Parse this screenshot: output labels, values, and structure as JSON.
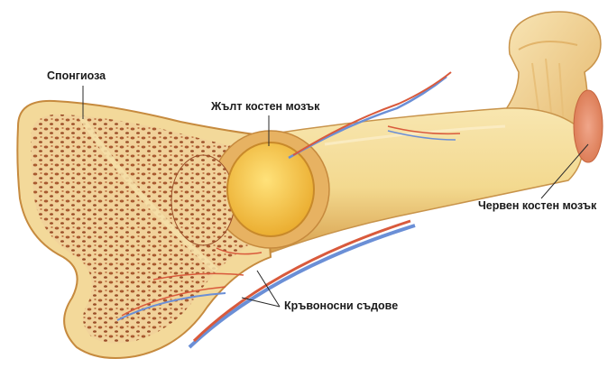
{
  "labels": {
    "spongiosa": "Спонгиоза",
    "yellow_marrow": "Жълт костен мозък",
    "red_marrow": "Червен костен мозък",
    "blood_vessels": "Кръвоносни съдове"
  },
  "colors": {
    "bone_outer": "#f3dc9c",
    "bone_shade": "#d9a85a",
    "spongy_bg": "#f1d29a",
    "spongy_pore": "#a8592f",
    "yellow_marrow": "#f4c538",
    "red_marrow": "#e89a72",
    "artery": "#d95a3c",
    "vein": "#6b8fd6",
    "line": "#2a2a2a"
  }
}
